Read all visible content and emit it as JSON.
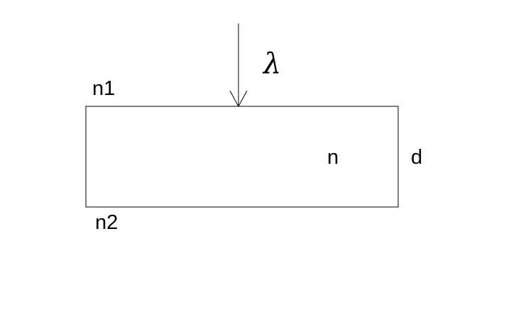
{
  "diagram": {
    "wavelength_symbol": "λ",
    "medium_above": "n1",
    "film_index": "n",
    "thickness": "d",
    "medium_below": "n2"
  },
  "colors": {
    "background": "#ffffff",
    "line": "#000000",
    "text": "#000000"
  }
}
